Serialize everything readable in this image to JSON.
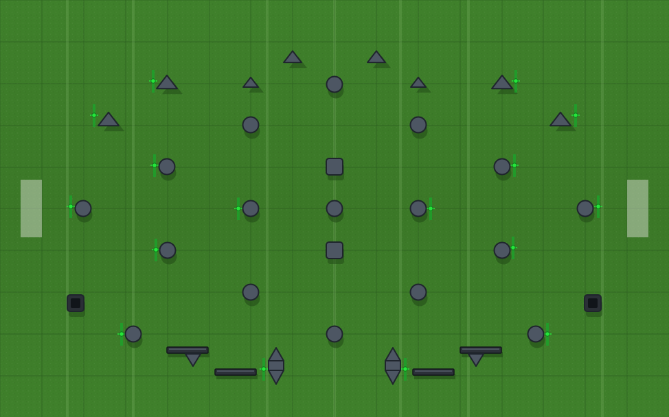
{
  "map": {
    "grid": true,
    "colors": {
      "grass": "#3f7f2a",
      "grass_dark": "#356f22",
      "grid_line": "#2a5a1f",
      "field_line": "#8fbf78",
      "goal_zone": "#b9c9b0",
      "bunker_fill": "#4d5663",
      "bunker_stroke": "#1f252d",
      "shadow": "#234d18",
      "marker": "#25e63a",
      "marker_dark": "#1aa52b"
    }
  },
  "objects": {
    "triangles": [
      {
        "id": "t1",
        "icon": "triangle-bunker-icon"
      },
      {
        "id": "t2",
        "icon": "triangle-bunker-icon"
      },
      {
        "id": "t3",
        "icon": "triangle-bunker-icon"
      },
      {
        "id": "t4",
        "icon": "triangle-bunker-icon"
      },
      {
        "id": "t5",
        "icon": "triangle-bunker-icon"
      },
      {
        "id": "t6",
        "icon": "triangle-bunker-icon"
      },
      {
        "id": "t7",
        "icon": "triangle-bunker-icon"
      },
      {
        "id": "t8",
        "icon": "triangle-bunker-icon"
      }
    ],
    "circles": [
      {
        "id": "c1",
        "icon": "round-bunker-icon"
      },
      {
        "id": "c2",
        "icon": "round-bunker-icon"
      },
      {
        "id": "c3",
        "icon": "round-bunker-icon"
      },
      {
        "id": "c4",
        "icon": "round-bunker-icon"
      },
      {
        "id": "c5",
        "icon": "round-bunker-icon"
      },
      {
        "id": "c6",
        "icon": "round-bunker-icon"
      },
      {
        "id": "c7",
        "icon": "round-bunker-icon"
      },
      {
        "id": "c8",
        "icon": "round-bunker-icon"
      },
      {
        "id": "c9",
        "icon": "round-bunker-icon"
      },
      {
        "id": "c10",
        "icon": "round-bunker-icon"
      },
      {
        "id": "c11",
        "icon": "round-bunker-icon"
      },
      {
        "id": "c12",
        "icon": "round-bunker-icon"
      },
      {
        "id": "c13",
        "icon": "round-bunker-icon"
      },
      {
        "id": "c14",
        "icon": "round-bunker-icon"
      },
      {
        "id": "c15",
        "icon": "round-bunker-icon"
      },
      {
        "id": "c16",
        "icon": "round-bunker-icon"
      },
      {
        "id": "c17",
        "icon": "round-bunker-icon"
      },
      {
        "id": "c18",
        "icon": "round-bunker-icon"
      },
      {
        "id": "c19",
        "icon": "round-bunker-icon"
      }
    ],
    "squares": [
      {
        "id": "s1",
        "icon": "square-bunker-icon"
      },
      {
        "id": "s2",
        "icon": "square-bunker-icon"
      },
      {
        "id": "s3",
        "icon": "square-bunker-icon"
      },
      {
        "id": "s4",
        "icon": "square-bunker-icon"
      }
    ],
    "walls": [
      {
        "id": "w1",
        "icon": "wall-bunker-icon"
      },
      {
        "id": "w2",
        "icon": "wall-bunker-icon"
      },
      {
        "id": "w3",
        "icon": "wall-bunker-icon"
      },
      {
        "id": "w4",
        "icon": "wall-bunker-icon"
      }
    ],
    "stacks": [
      {
        "id": "k1",
        "icon": "stacked-bunker-icon"
      },
      {
        "id": "k2",
        "icon": "stacked-bunker-icon"
      }
    ],
    "markers": [
      {
        "id": "m1",
        "icon": "spawn-marker-icon"
      },
      {
        "id": "m2",
        "icon": "spawn-marker-icon"
      },
      {
        "id": "m3",
        "icon": "spawn-marker-icon"
      },
      {
        "id": "m4",
        "icon": "spawn-marker-icon"
      },
      {
        "id": "m5",
        "icon": "spawn-marker-icon"
      },
      {
        "id": "m6",
        "icon": "spawn-marker-icon"
      },
      {
        "id": "m7",
        "icon": "spawn-marker-icon"
      },
      {
        "id": "m8",
        "icon": "spawn-marker-icon"
      },
      {
        "id": "m9",
        "icon": "spawn-marker-icon"
      },
      {
        "id": "m10",
        "icon": "spawn-marker-icon"
      },
      {
        "id": "m11",
        "icon": "spawn-marker-icon"
      },
      {
        "id": "m12",
        "icon": "spawn-marker-icon"
      },
      {
        "id": "m13",
        "icon": "spawn-marker-icon"
      },
      {
        "id": "m14",
        "icon": "spawn-marker-icon"
      },
      {
        "id": "m15",
        "icon": "spawn-marker-icon"
      },
      {
        "id": "m16",
        "icon": "spawn-marker-icon"
      }
    ]
  }
}
